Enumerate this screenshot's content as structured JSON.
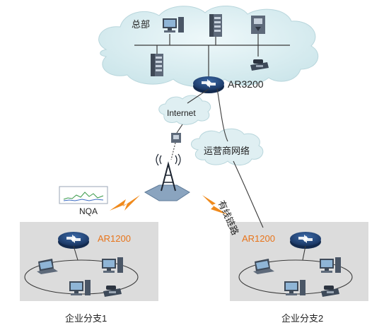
{
  "headquarters": {
    "label": "总部",
    "router_label": "AR3200"
  },
  "clouds": {
    "internet": "Internet",
    "carrier": "运营商网络"
  },
  "links": {
    "wired": "有线链路"
  },
  "monitor": {
    "label": "NQA"
  },
  "branches": [
    {
      "name": "企业分支1",
      "router_label": "AR1200"
    },
    {
      "name": "企业分支2",
      "router_label": "AR1200"
    }
  ],
  "colors": {
    "router_blue": "#1f3f73",
    "accent_orange": "#e8741a",
    "cloud": "#d7ecef",
    "branch_bg": "#dcdcdc",
    "lightning": "#f08a1c"
  }
}
